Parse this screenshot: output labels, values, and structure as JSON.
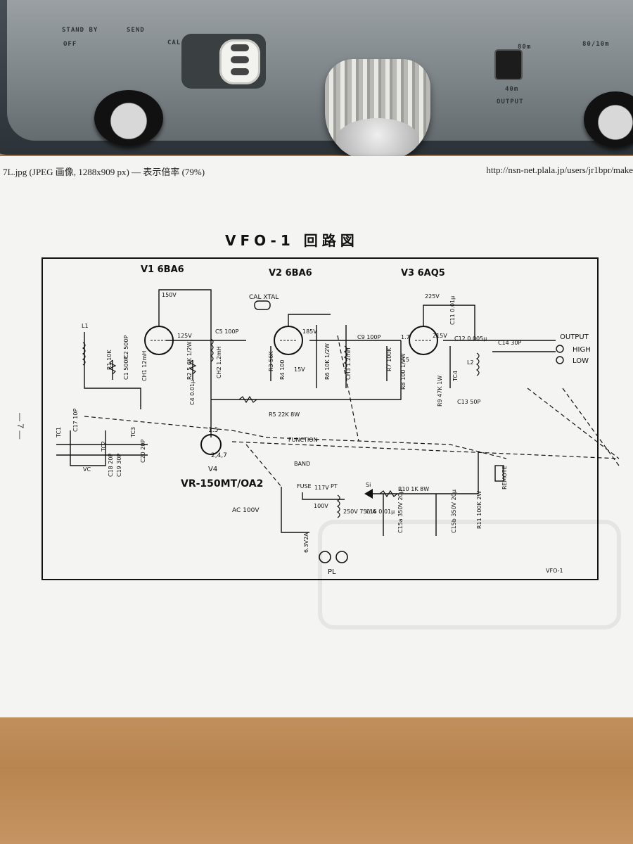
{
  "equipment": {
    "labels": [
      "STAND BY",
      "SEND",
      "OFF",
      "CAL",
      "80m",
      "40m",
      "OUTPUT",
      "80/10m"
    ]
  },
  "browser": {
    "title": "7L.jpg (JPEG 画像, 1288x909 px) — 表示倍率 (79%)",
    "url": "http://nsn-net.plala.jp/users/jr1bpr/make"
  },
  "sheet": {
    "heading": "VFO-1 回路図",
    "page_mark": "— 7 —",
    "footer_label": "VFO-1"
  },
  "schematic": {
    "tubes": {
      "v1": "V1 6BA6",
      "v2": "V2 6BA6",
      "v3": "V3 6AQ5",
      "v4": "V4",
      "v4_type": "VR-150MT/OA2"
    },
    "voltages": [
      "150V",
      "125V",
      "225V",
      "185V",
      "15V",
      "215V",
      "1.7",
      "J.5",
      "117V",
      "100V",
      "6.3V2A"
    ],
    "components": [
      "C5 100P",
      "C9 100P",
      "C14 30P",
      "R5 22K 8W",
      "R1 10K",
      "C2 500P",
      "C1 500P",
      "CH1 12mH",
      "R2 5.6K 1/2W",
      "CH2 1.2mH",
      "C4 0.01μ",
      "R3 56K",
      "R4 100",
      "R6 10K 1/2W",
      "CH3 1.2mH",
      "R7 100K",
      "R8 100 1/2W",
      "R9 47K 1W",
      "C13 50P",
      "C12 0.005μ",
      "C11 0.01μ",
      "L1",
      "L2",
      "TC1",
      "TC2",
      "TC3",
      "TC4",
      "C17 10P",
      "C18 20P",
      "C19 30P",
      "C20 20P",
      "VC",
      "R10 1K 8W",
      "R11 100K 2W",
      "C15a 350V 20μ",
      "C15b 350V 20μ",
      "C16 0.01μ",
      "250V 75mA",
      "Si"
    ],
    "labels": {
      "cal_xtal": "CAL XTAL",
      "output": "OUTPUT",
      "high": "HIGH",
      "low": "LOW",
      "function": "FUNCTION",
      "band": "BAND",
      "remote": "REMOTE",
      "fuse": "FUSE",
      "pt": "PT",
      "ac": "AC 100V",
      "pl": "PL",
      "pins_v4_top": "1.5",
      "pins_v4_bottom": "2,4,7"
    }
  }
}
